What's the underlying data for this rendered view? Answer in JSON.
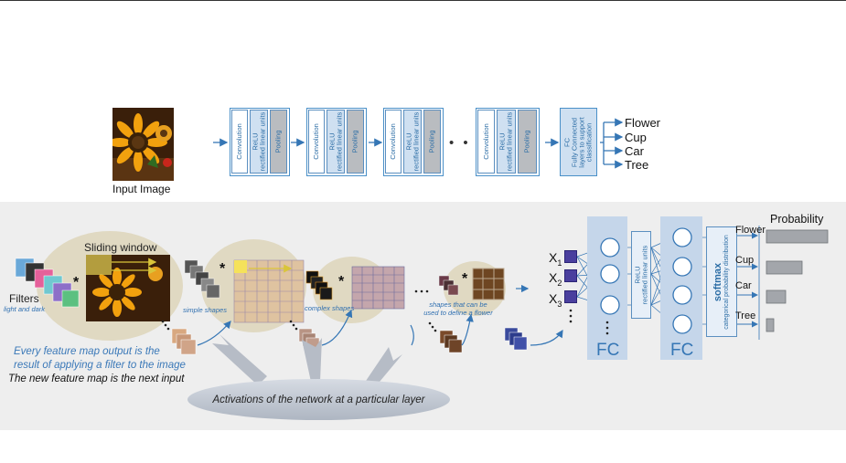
{
  "top": {
    "input_label": "Input Image",
    "layers": {
      "conv": "Convolution",
      "relu_line1": "ReLU",
      "relu_line2": "rectified linear units",
      "pool": "Pooling"
    },
    "ellipsis": "• • •",
    "fc_line1": "FC",
    "fc_line2": "Fully Connected",
    "fc_line3": "layers to support",
    "fc_line4": "classification",
    "outputs": [
      "Flower",
      "Cup",
      "Car",
      "Tree"
    ]
  },
  "bottom": {
    "sliding_window": "Sliding window",
    "filters": "Filters",
    "filters_sub": "light and dark",
    "simple_shapes": "simple shapes",
    "complex_shapes": "complex shapes",
    "flower_shapes_line1": "shapes that can be",
    "flower_shapes_line2": "used to define a flower",
    "note_blue_line1": "Every feature map output is the",
    "note_blue_line2": "result of applying a filter to the image",
    "note_black": "The new feature map is the next input",
    "activations": "Activations of the network at a particular layer",
    "x_labels": [
      "X",
      "X",
      "X"
    ],
    "x_subs": [
      "1",
      "2",
      "3"
    ],
    "fc_label": "FC",
    "relu_line1": "ReLU",
    "relu_line2": "rectified linear units",
    "softmax_line1": "softmax",
    "softmax_line2": "categorical probability distribution",
    "classes": [
      "Flower",
      "Cup",
      "Car",
      "Tree"
    ],
    "probability_title": "Probability",
    "probabilities": [
      0.95,
      0.55,
      0.3,
      0.12
    ],
    "colors": {
      "accent_blue": "#3576b5",
      "column_blue": "#c5d6ea",
      "bar_gray": "#a3a6ab",
      "neuron_purple": "#4a3f9e"
    }
  }
}
